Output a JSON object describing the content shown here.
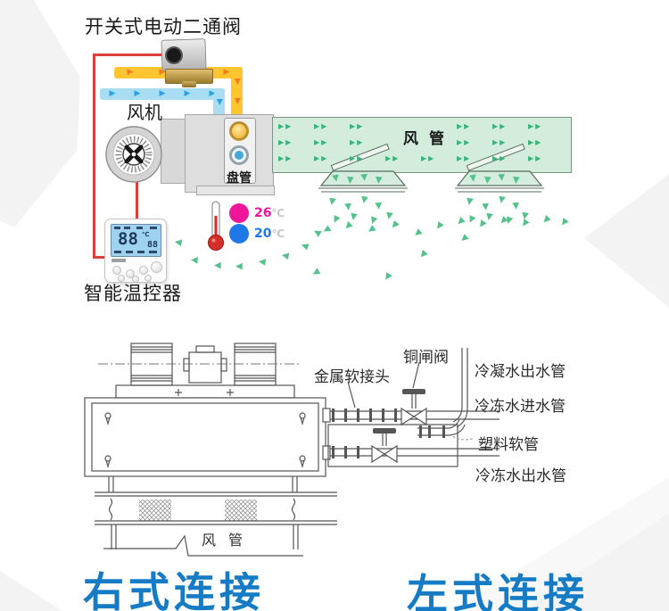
{
  "background": {
    "shade_color": "#f3f3f4",
    "shade_light": "#f8f8f9"
  },
  "top_diagram": {
    "title": "开关式电动二通阀",
    "fan_label": "风机",
    "coil_label": "盘管",
    "duct_label": "风管",
    "thermostat_label": "智能温控器",
    "thermostat": {
      "display_main": "88",
      "display_unit": "℃",
      "display_sub": "88"
    },
    "legend": {
      "hot": {
        "value": "26",
        "unit": "℃",
        "color": "#f0169b"
      },
      "cold": {
        "value": "20",
        "unit": "℃",
        "color": "#1e78e8"
      }
    },
    "colors": {
      "hot_pipe": "#fdc52f",
      "hot_arrow": "#ee7d1f",
      "cold_pipe": "#a8ddf4",
      "cold_arrow": "#2aa3e4",
      "wire": "#d9403a",
      "duct_fill": "#d3ecdc",
      "duct_arrow": "#3cb47e",
      "scatter_arrow": "#55c18d"
    }
  },
  "bottom_diagram": {
    "labels": {
      "metal_joint": "金属软接头",
      "copper_gate_valve": "铜闸阀",
      "condensate_outlet": "冷凝水出水管",
      "chilled_water_inlet": "冷冻水进水管",
      "plastic_hose": "塑料软管",
      "chilled_water_outlet": "冷冻水出水管",
      "duct": "风管"
    },
    "caption_right": "右式连接",
    "caption_left": "左式连接",
    "caption_color": "#157bc4"
  },
  "icons": {
    "flow_arrow": "▶"
  }
}
